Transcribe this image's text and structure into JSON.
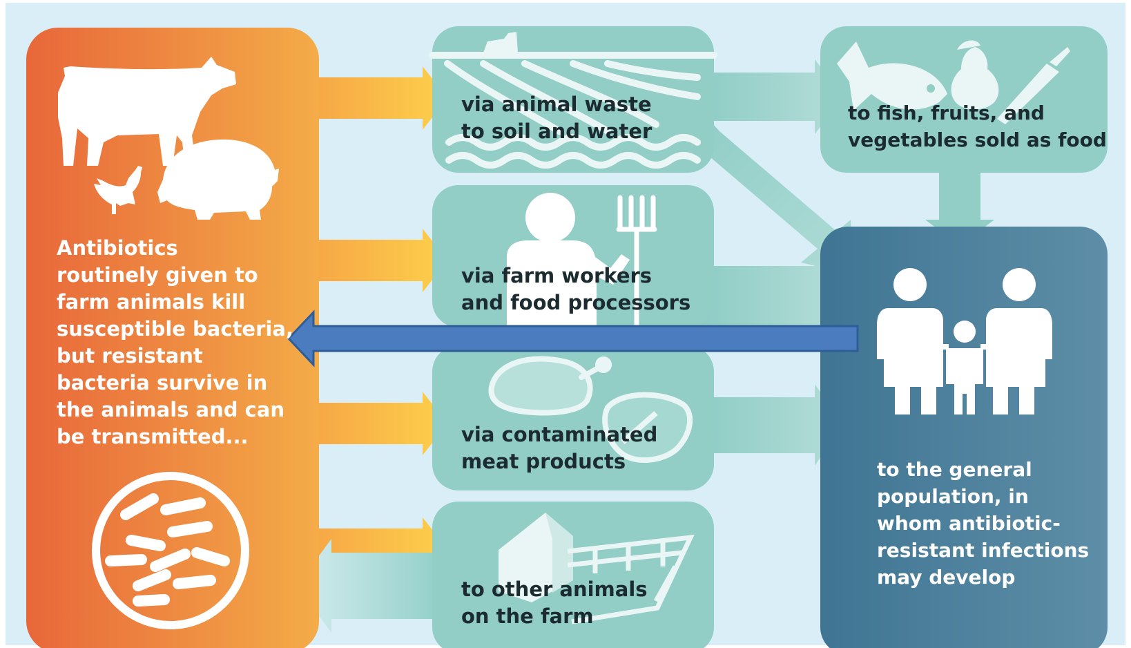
{
  "source_box": {
    "lines": [
      "Antibiotics",
      "routinely given to",
      "farm animals kill",
      "susceptible bacteria,",
      "but resistant",
      "bacteria survive in",
      "the animals and can",
      "be transmitted..."
    ]
  },
  "pathways": [
    {
      "lines": [
        "via animal waste",
        "to soil and water"
      ]
    },
    {
      "lines": [
        "via farm workers",
        "and food processors"
      ]
    },
    {
      "lines": [
        "via contaminated",
        "meat products"
      ]
    },
    {
      "lines": [
        "to other animals",
        "on the farm"
      ]
    }
  ],
  "food_box": {
    "lines": [
      "to fish, fruits, and",
      "vegetables sold as food"
    ]
  },
  "population_box": {
    "lines": [
      "to the general",
      "population, in",
      "whom antibiotic-",
      "resistant infections",
      "may develop"
    ]
  },
  "colors": {
    "background": "#d9eef7",
    "source_orange_left": "#e8673a",
    "source_orange_right": "#f4ac48",
    "pathway_teal": "#92cdc6",
    "population_blue": "#4a7d98",
    "feedback_arrow": "#4a7cbf"
  },
  "icons": [
    "cow-icon",
    "pig-icon",
    "chicken-icon",
    "bacteria-icon",
    "farm-field-icon",
    "farm-worker-icon",
    "pitchfork-icon",
    "roast-chicken-icon",
    "steak-icon",
    "barn-icon",
    "fence-icon",
    "fish-icon",
    "pear-icon",
    "carrot-icon",
    "family-icon"
  ]
}
